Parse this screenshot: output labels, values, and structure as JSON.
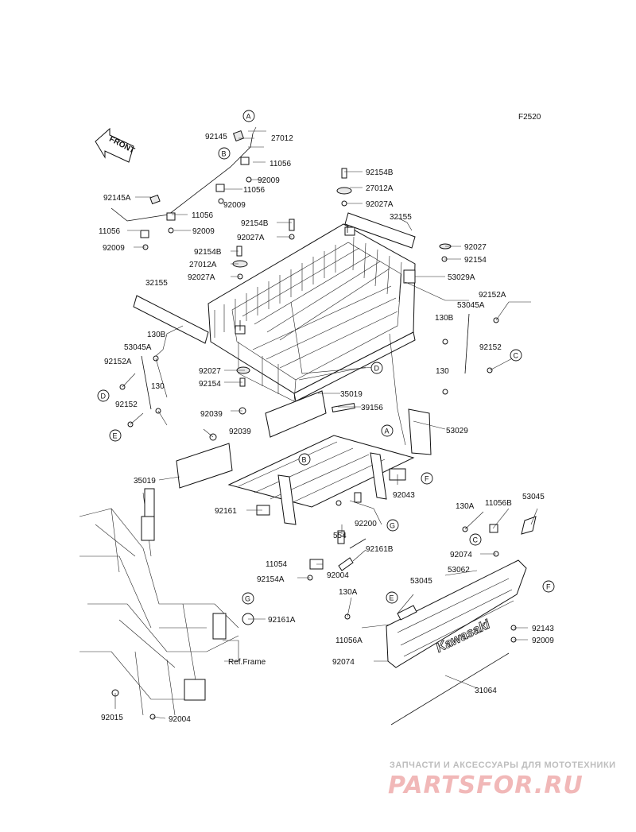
{
  "figure_code": "F2520",
  "front_label": "FRONT",
  "ref_frame_label": "Ref.Frame",
  "brand_text": "Kawasaki",
  "callouts": [
    "A",
    "B",
    "C",
    "D",
    "E",
    "F",
    "G"
  ],
  "part_labels": {
    "p92145": "92145",
    "p27012": "27012",
    "p11056_1": "11056",
    "p92009_1": "92009",
    "p11056_2": "11056",
    "p92145A": "92145A",
    "p11056_3": "11056",
    "p92009_2": "92009",
    "p11056_4": "11056",
    "p92009_3": "92009",
    "p92009_4": "92009",
    "p92154B_1": "92154B",
    "p27012A_1": "27012A",
    "p92027A_1": "92027A",
    "p32155_1": "32155",
    "p92154B_2": "92154B",
    "p92027A_2": "92027A",
    "p92027_1": "92027",
    "p92154_1": "92154",
    "p92154B_3": "92154B",
    "p27012A_2": "27012A",
    "p53029A": "53029A",
    "p92027A_3": "92027A",
    "p92152A_1": "92152A",
    "p53045A_1": "53045A",
    "p32155_2": "32155",
    "p130B_1": "130B",
    "p53045A_2": "53045A",
    "p92152A_2": "92152A",
    "p130B_2": "130B",
    "p92152_1": "92152",
    "p130_1": "130",
    "p92152_2": "92152",
    "p130_2": "130",
    "p92027_2": "92027",
    "p92154_2": "92154",
    "p35019_1": "35019",
    "p39156": "39156",
    "p92039_1": "92039",
    "p92039_2": "92039",
    "p53029": "53029",
    "p35019_2": "35019",
    "p92043": "92043",
    "p92161": "92161",
    "p92200": "92200",
    "p554": "554",
    "p92161B": "92161B",
    "p11054": "11054",
    "p92004_1": "92004",
    "p92154A": "92154A",
    "p130A_1": "130A",
    "p11056B": "11056B",
    "p53045": "53045",
    "p92074_1": "92074",
    "p53062": "53062",
    "p130A_2": "130A",
    "p53045_2": "53045",
    "p92143": "92143",
    "p92009_5": "92009",
    "p11056A": "11056A",
    "p92161A": "92161A",
    "p92074_2": "92074",
    "p31064": "31064",
    "p92015": "92015",
    "p92004_2": "92004"
  },
  "watermark": {
    "top_text": "ЗАПЧАСТИ И АКСЕССУАРЫ ДЛЯ МОТОТЕХНИКИ",
    "brand": "PARTSFOR.RU"
  }
}
